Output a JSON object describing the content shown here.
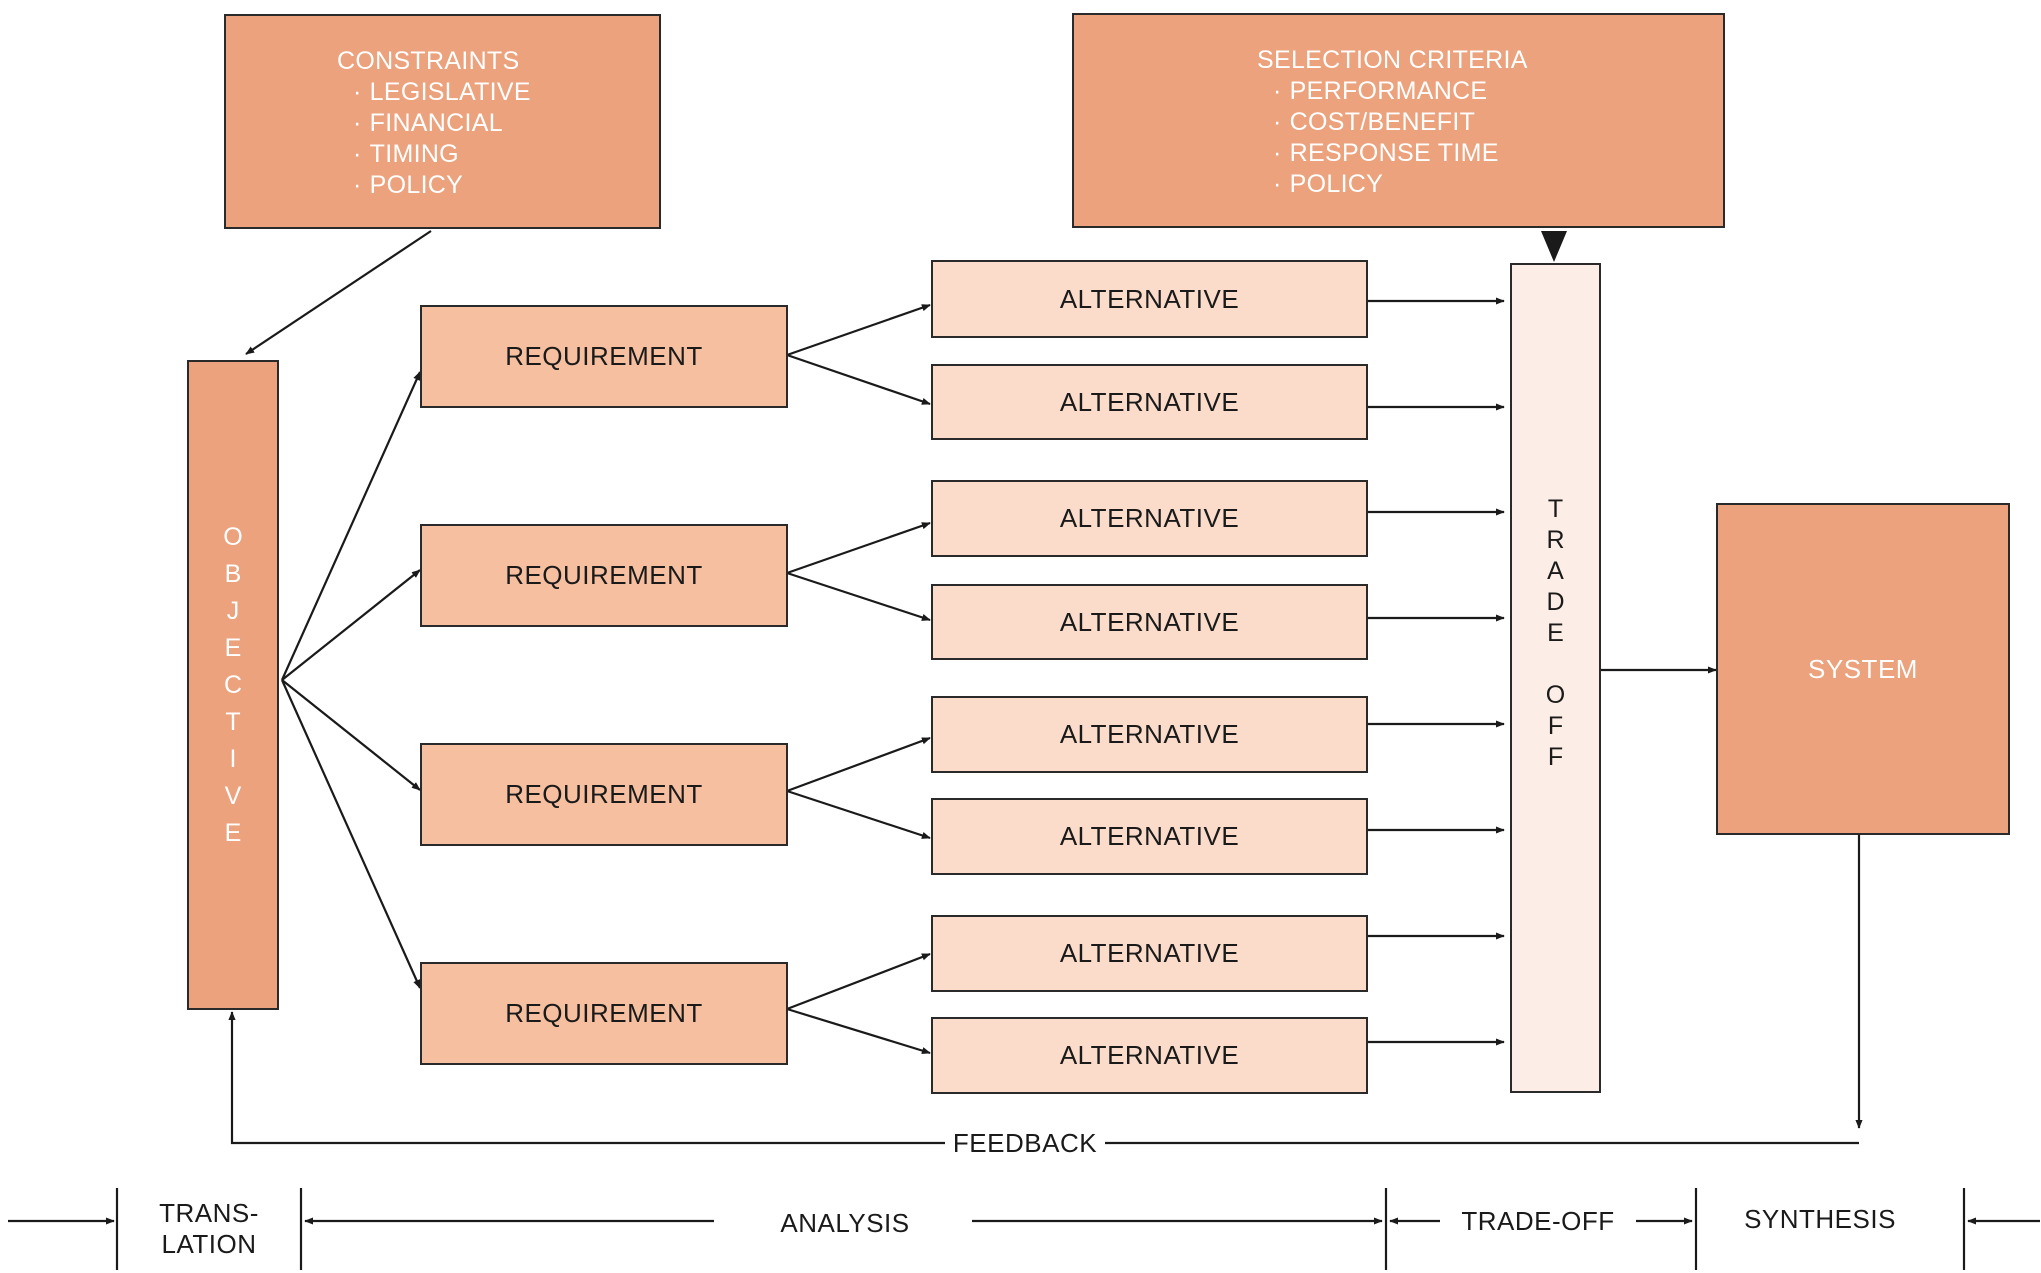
{
  "constraints": {
    "title": "CONSTRAINTS",
    "items": [
      "LEGISLATIVE",
      "FINANCIAL",
      "TIMING",
      "POLICY"
    ]
  },
  "selection_criteria": {
    "title": "SELECTION CRITERIA",
    "items": [
      "PERFORMANCE",
      "COST/BENEFIT",
      "RESPONSE TIME",
      "POLICY"
    ]
  },
  "objective": {
    "letters": [
      "O",
      "B",
      "J",
      "E",
      "C",
      "T",
      "I",
      "V",
      "E"
    ]
  },
  "requirements": [
    "REQUIREMENT",
    "REQUIREMENT",
    "REQUIREMENT",
    "REQUIREMENT"
  ],
  "alternatives": [
    "ALTERNATIVE",
    "ALTERNATIVE",
    "ALTERNATIVE",
    "ALTERNATIVE",
    "ALTERNATIVE",
    "ALTERNATIVE",
    "ALTERNATIVE",
    "ALTERNATIVE"
  ],
  "trade_off": {
    "letters": [
      "T",
      "R",
      "A",
      "D",
      "E",
      "",
      "O",
      "F",
      "F"
    ]
  },
  "system": {
    "label": "SYSTEM"
  },
  "feedback": {
    "label": "FEEDBACK"
  },
  "phases": {
    "translation_line1": "TRANS-",
    "translation_line2": "LATION",
    "analysis": "ANALYSIS",
    "trade_off": "TRADE-OFF",
    "synthesis": "SYNTHESIS"
  },
  "colors": {
    "dark": "#eba27d",
    "requirement": "#f5bfa0",
    "alternative": "#fbdccb",
    "trade_off": "#fceee6",
    "line": "#1a1a1a"
  }
}
